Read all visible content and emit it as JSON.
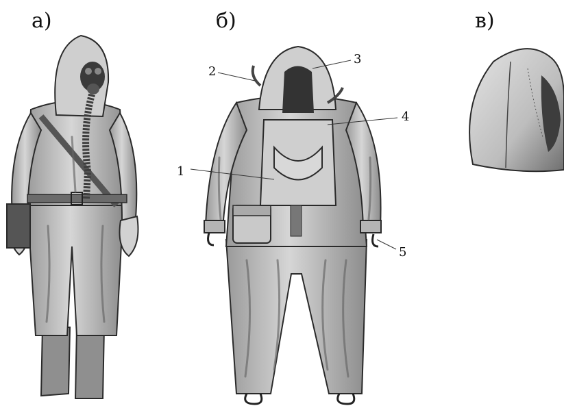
{
  "panels": [
    {
      "label": "а)"
    },
    {
      "label": "б)"
    },
    {
      "label": "в)"
    }
  ],
  "callouts": [
    "1",
    "2",
    "3",
    "4",
    "5"
  ]
}
